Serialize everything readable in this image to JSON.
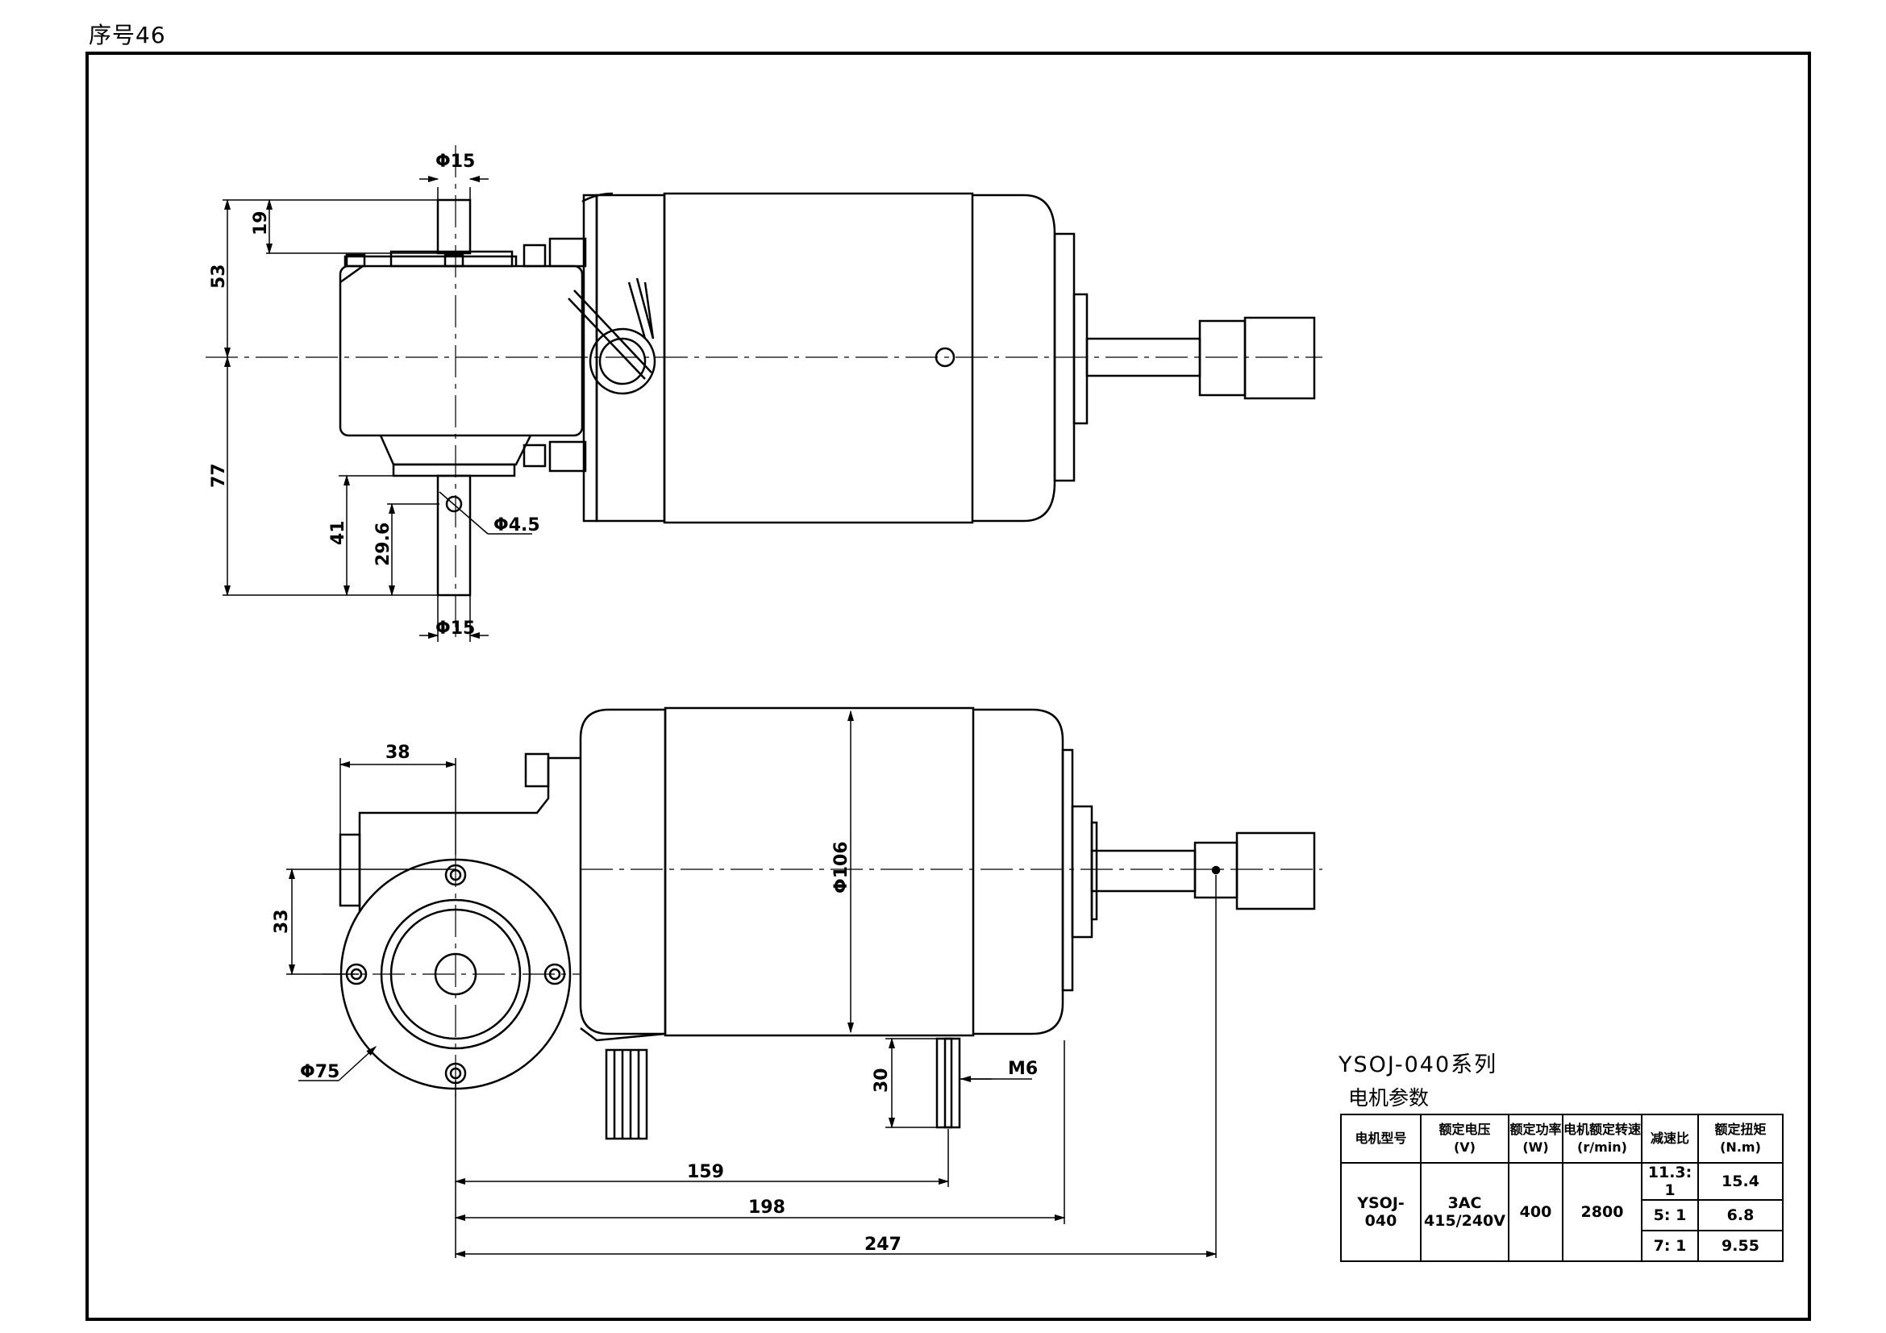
{
  "sheet": {
    "serial_label": "序号46",
    "series_title": "YSOJ-040系列",
    "params_title": "电机参数"
  },
  "top_view_dims": {
    "shaft_dia_top": "Φ15",
    "dim_19": "19",
    "dim_53": "53",
    "dim_77": "77",
    "dim_41": "41",
    "dim_29_6": "29.6",
    "hole_dia": "Φ4.5",
    "shaft_dia_bottom": "Φ15"
  },
  "front_view_dims": {
    "dim_38": "38",
    "dim_33": "33",
    "body_dia": "Φ106",
    "flange_dia": "Φ75",
    "dim_30": "30",
    "thread": "M6",
    "len_159": "159",
    "len_198": "198",
    "len_247": "247"
  },
  "spec_table": {
    "headers": [
      "电机型号",
      "额定电压\n(V)",
      "额定功率\n(W)",
      "电机额定转速\n(r/min)",
      "减速比",
      "额定扭矩 (N.m)"
    ],
    "model": "YSOJ-040",
    "voltage_line1": "3AC",
    "voltage_line2": "415/240V",
    "power": "400",
    "speed": "2800",
    "rows": [
      {
        "ratio": "11.3: 1",
        "torque": "15.4"
      },
      {
        "ratio": "5: 1",
        "torque": "6.8"
      },
      {
        "ratio": "7: 1",
        "torque": "9.55"
      }
    ]
  }
}
